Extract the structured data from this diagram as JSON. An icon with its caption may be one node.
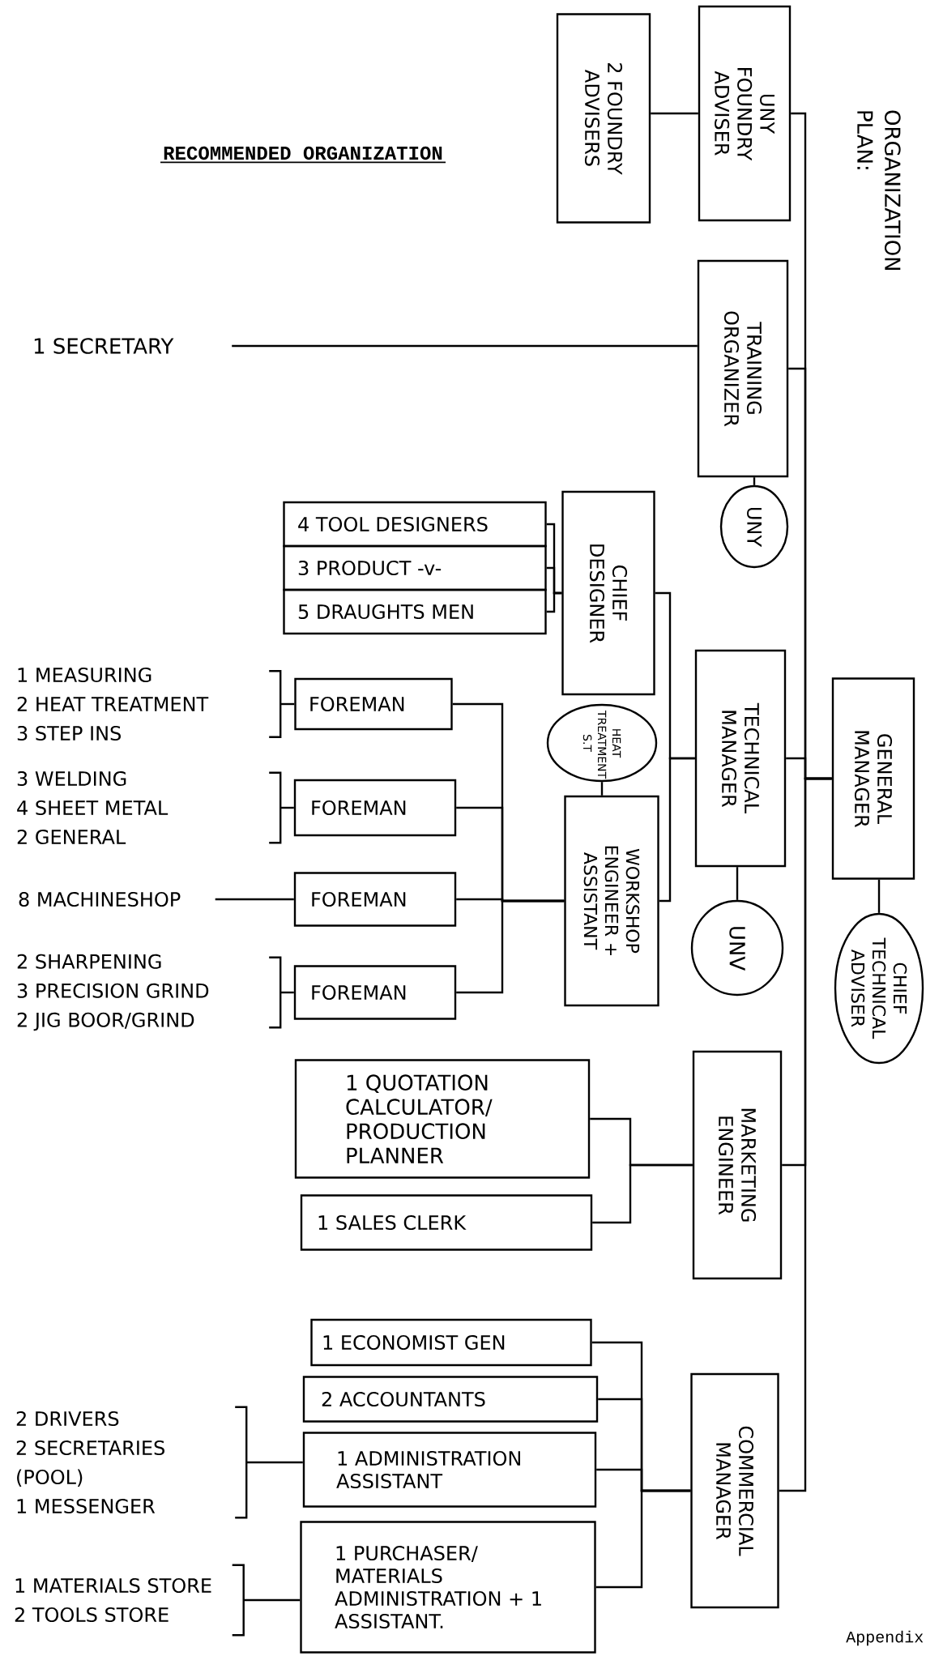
{
  "diagram": {
    "title": "RECOMMENDED ORGANIZATION",
    "nodes": [
      {
        "text": [
          "UNY FOUNDRY ADVISER"
        ]
      },
      {
        "text": [
          "2 FOUNDRY ADVISERS"
        ]
      },
      {
        "text": [
          "TRAINING ORGANIZER"
        ]
      },
      {
        "text": [
          "1 SECRETARY"
        ]
      },
      {
        "text": [
          "UNY"
        ]
      },
      {
        "text": [
          "CHIEF DESIGNER"
        ]
      },
      {
        "text": [
          "4 TOOL DESIGNERS"
        ]
      },
      {
        "text": [
          "3 PRODUCT -v-"
        ]
      },
      {
        "text": [
          "5 DRAUGHTS MEN"
        ]
      },
      {
        "text": [
          "TECHNICAL MANAGER"
        ]
      },
      {
        "text": [
          "GENERAL MANAGER"
        ]
      },
      {
        "text": [
          "HEAT TREATMENT S.T"
        ]
      },
      {
        "text": [
          "WORKSHOP ENGINEER + ASSISTANT"
        ]
      },
      {
        "text": [
          "UNV"
        ]
      },
      {
        "text": [
          "CHIEF TECHNICAL ADVISER"
        ]
      },
      {
        "text": [
          "1 MEASURING",
          "2 HEAT TREATMENT",
          "3 STEP INS"
        ]
      },
      {
        "text": [
          "FOREMAN"
        ]
      },
      {
        "text": [
          "3 WELDING",
          "4 SHEET METAL",
          "2 GENERAL"
        ]
      },
      {
        "text": [
          "FOREMAN"
        ]
      },
      {
        "text": [
          "8 MACHINESHOP"
        ]
      },
      {
        "text": [
          "FOREMAN"
        ]
      },
      {
        "text": [
          "2 SHARPENING",
          "3 PRECISION GRIND",
          "2 JIG BOOR/GRIND"
        ]
      },
      {
        "text": [
          "FOREMAN"
        ]
      },
      {
        "text": [
          "MARKETING ENGINEER"
        ]
      },
      {
        "text": [
          "1 QUOTATION CALCULATOR/ PRODUCTION PLANNER"
        ]
      },
      {
        "text": [
          "1 SALES CLERK"
        ]
      },
      {
        "text": [
          "COMMERCIAL MANAGER"
        ]
      },
      {
        "text": [
          "1 ECONOMIST GEN"
        ]
      },
      {
        "text": [
          "2 ACCOUNTANTS"
        ]
      },
      {
        "text": [
          "1 ADMINISTRATION ASSISTANT"
        ]
      },
      {
        "text": [
          "1 PURCHASER/ MATERIALS ADMINISTRATION + 1 ASSISTANT."
        ]
      },
      {
        "text": [
          "2 DRIVERS",
          "2 SECRETARIES (POOL)",
          "1 MESSENGER"
        ]
      },
      {
        "text": [
          "1 MATERIALS STORE",
          "2 TOOLS STORE"
        ]
      }
    ],
    "edges": [
      {
        "from": 10,
        "to": 0,
        "arrow": "none"
      },
      {
        "from": 0,
        "to": 1,
        "arrow": "none"
      },
      {
        "from": 10,
        "to": 2,
        "arrow": "none"
      },
      {
        "from": 3,
        "to": 2,
        "arrow": "none"
      },
      {
        "from": 2,
        "to": 4,
        "arrow": "none"
      },
      {
        "from": 10,
        "to": 9,
        "arrow": "none"
      },
      {
        "from": 9,
        "to": 5,
        "arrow": "none"
      },
      {
        "from": 5,
        "to": 6,
        "arrow": "none"
      },
      {
        "from": 5,
        "to": 7,
        "arrow": "none"
      },
      {
        "from": 5,
        "to": 8,
        "arrow": "none"
      },
      {
        "from": 9,
        "to": 12,
        "arrow": "none"
      },
      {
        "from": 12,
        "to": 11,
        "arrow": "none"
      },
      {
        "from": 9,
        "to": 13,
        "arrow": "none"
      },
      {
        "from": 10,
        "to": 14,
        "arrow": "none"
      },
      {
        "from": 12,
        "to": 16,
        "arrow": "none"
      },
      {
        "from": 12,
        "to": 18,
        "arrow": "none"
      },
      {
        "from": 12,
        "to": 20,
        "arrow": "none"
      },
      {
        "from": 12,
        "to": 22,
        "arrow": "none"
      },
      {
        "from": 15,
        "to": 16,
        "arrow": "none"
      },
      {
        "from": 17,
        "to": 18,
        "arrow": "none"
      },
      {
        "from": 19,
        "to": 20,
        "arrow": "none"
      },
      {
        "from": 21,
        "to": 22,
        "arrow": "none"
      },
      {
        "from": 10,
        "to": 23,
        "arrow": "none"
      },
      {
        "from": 23,
        "to": 24,
        "arrow": "none"
      },
      {
        "from": 23,
        "to": 25,
        "arrow": "none"
      },
      {
        "from": 10,
        "to": 26,
        "arrow": "none"
      },
      {
        "from": 26,
        "to": 27,
        "arrow": "none"
      },
      {
        "from": 26,
        "to": 28,
        "arrow": "none"
      },
      {
        "from": 26,
        "to": 29,
        "arrow": "none"
      },
      {
        "from": 26,
        "to": 30,
        "arrow": "none"
      },
      {
        "from": 31,
        "to": 29,
        "arrow": "none"
      },
      {
        "from": 32,
        "to": 30,
        "arrow": "none"
      }
    ],
    "labels": [
      "ORGANIZATION PLAN:",
      "Appendix"
    ]
  }
}
